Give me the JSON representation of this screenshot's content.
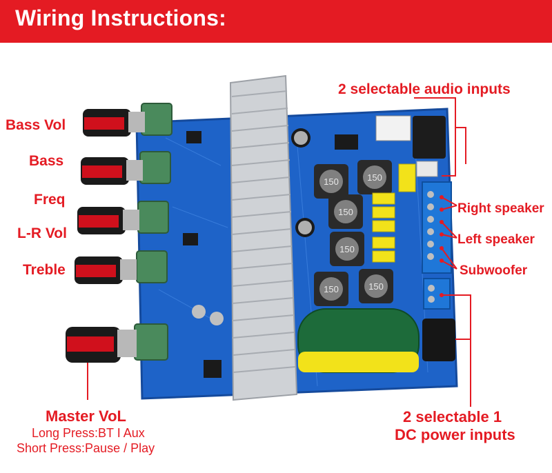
{
  "header": {
    "title": "Wiring Instructions:"
  },
  "labels": {
    "bass_vol": "Bass Vol",
    "bass": "Bass",
    "freq": "Freq",
    "lr_vol": "L-R Vol",
    "treble": "Treble",
    "audio_inputs": "2 selectable audio inputs",
    "right_speaker": "Right speaker",
    "left_speaker": "Left speaker",
    "subwoofer": "Subwoofer",
    "master_vol": "Master VoL",
    "long_press": "Long Press:BT I Aux",
    "short_press": "Short Press:Pause / Play",
    "dc_line1": "2 selectable 1",
    "dc_line2": "DC power inputs"
  },
  "board_text": {
    "inductor": "150"
  },
  "colors": {
    "accent": "#e41b23",
    "pcb": "#1e63c8",
    "knob_red": "#d0101c",
    "pot_green": "#4a8a5c"
  }
}
